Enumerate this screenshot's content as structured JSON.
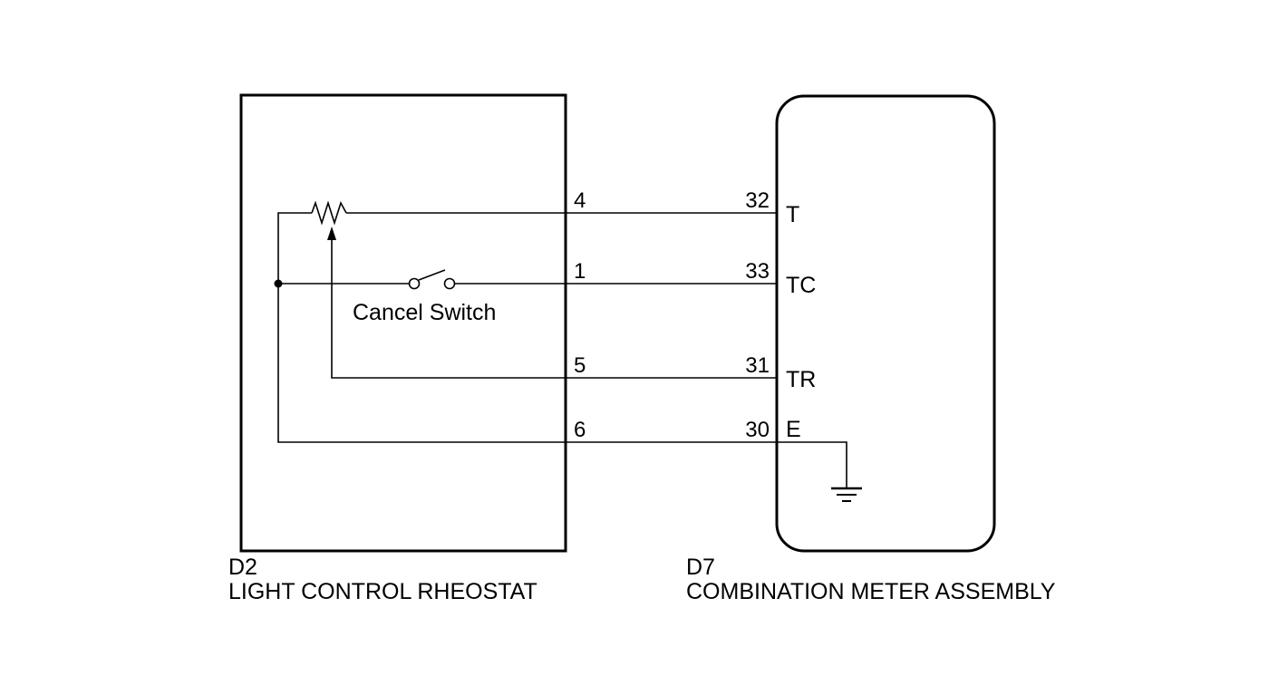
{
  "components": {
    "rheostat": {
      "code": "D2",
      "name": "LIGHT CONTROL RHEOSTAT",
      "switch_label": "Cancel Switch"
    },
    "meter": {
      "code": "D7",
      "name": "COMBINATION METER ASSEMBLY"
    }
  },
  "connections": [
    {
      "from_pin": "4",
      "to_pin": "32",
      "terminal": "T"
    },
    {
      "from_pin": "1",
      "to_pin": "33",
      "terminal": "TC"
    },
    {
      "from_pin": "5",
      "to_pin": "31",
      "terminal": "TR"
    },
    {
      "from_pin": "6",
      "to_pin": "30",
      "terminal": "E"
    }
  ]
}
